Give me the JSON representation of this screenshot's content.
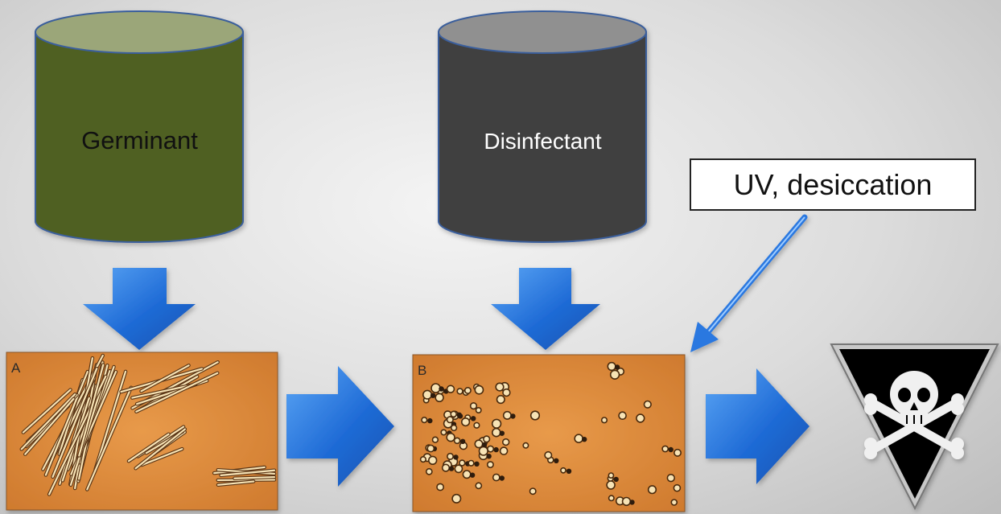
{
  "cylinders": [
    {
      "label": "Germinant",
      "body_color": "#4f6121",
      "top_color": "#9ba679"
    },
    {
      "label": "Disinfectant",
      "body_color": "#3f3f3f",
      "top_color": "#909090"
    }
  ],
  "trigger_box": {
    "label": "UV, desiccation"
  },
  "panels": [
    {
      "letter": "A",
      "content": "vegetative-rods"
    },
    {
      "letter": "B",
      "content": "spores"
    }
  ],
  "hazard_symbol": {
    "icon": "skull-crossbones-icon",
    "shape": "inverted-triangle",
    "color": "#000000"
  },
  "colors": {
    "arrow": "#1f6bd6",
    "arrow_light": "#4a96f0",
    "panel": "#d9883b",
    "cell": "#f7e3b5"
  }
}
